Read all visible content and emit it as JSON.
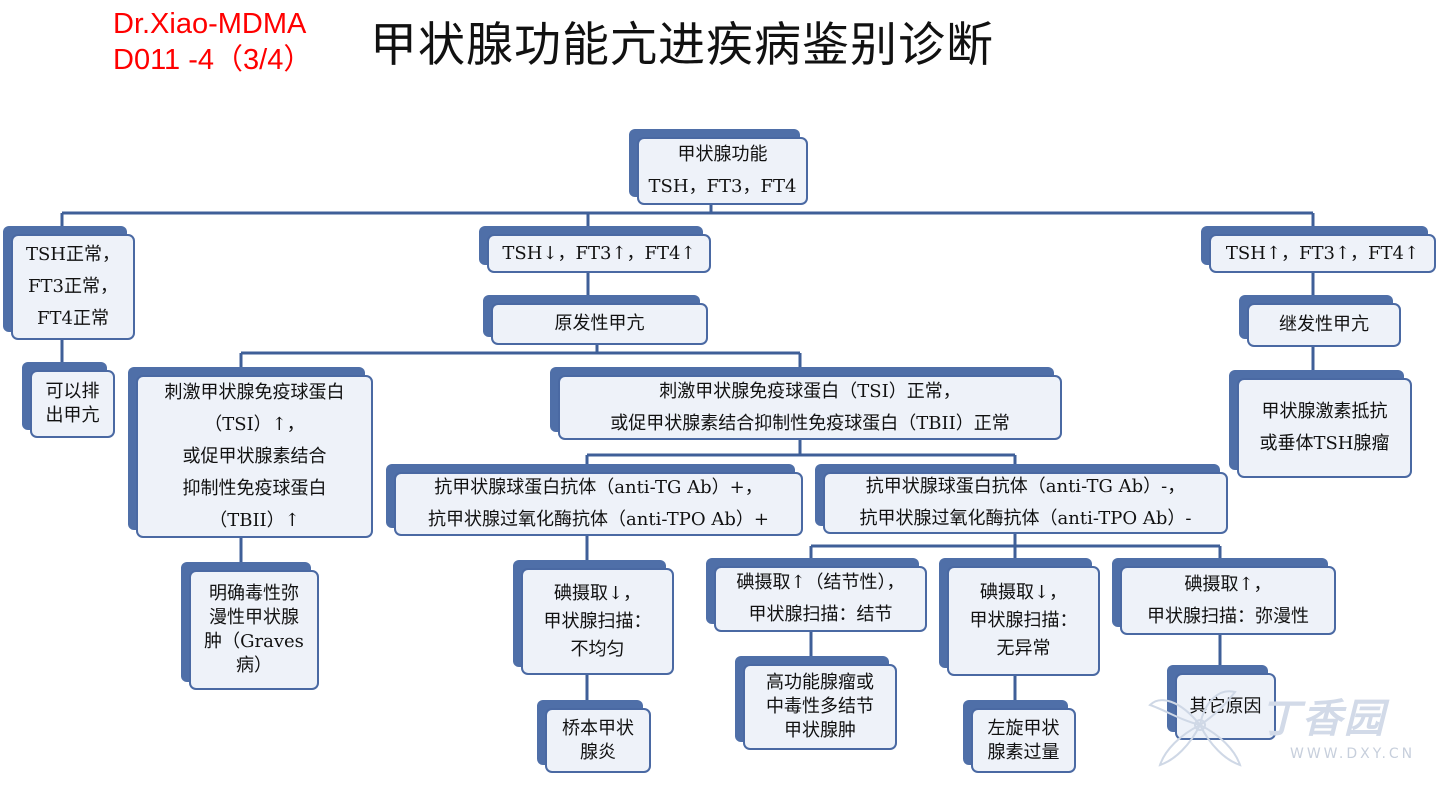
{
  "header": {
    "code": "Dr.Xiao-MDMA\nD011 -4（3/4）",
    "title": "甲状腺功能亢进疾病鉴别诊断"
  },
  "nodes": {
    "root": "甲状腺功能\nTSH，FT3，FT4",
    "normal": "TSH正常，\nFT3正常，\nFT4正常",
    "exclude": "可以排\n出甲亢",
    "low_tsh": "TSH↓，FT3↑，FT4↑",
    "high_tsh": "TSH↑，FT3↑，FT4↑",
    "primary": "原发性甲亢",
    "secondary": "继发性甲亢",
    "secondary_cause": "甲状腺激素抵抗\n或垂体TSH腺瘤",
    "tsi_pos": "刺激甲状腺免疫球蛋白\n（TSI）↑，\n或促甲状腺素结合\n抑制性免疫球蛋白\n（TBII）↑",
    "graves": "明确毒性弥\n漫性甲状腺\n肿（Graves\n病）",
    "tsi_norm": "刺激甲状腺免疫球蛋白（TSI）正常，\n或促甲状腺素结合抑制性免疫球蛋白（TBII）正常",
    "ab_pos": "抗甲状腺球蛋白抗体（anti-TG Ab）+，\n抗甲状腺过氧化酶抗体（anti-TPO Ab）+",
    "ab_neg": "抗甲状腺球蛋白抗体（anti-TG Ab）-，\n抗甲状腺过氧化酶抗体（anti-TPO Ab）-",
    "iodine_low_uneven": "碘摄取↓，\n甲状腺扫描：\n不均匀",
    "hashimoto": "桥本甲状\n腺炎",
    "iodine_nodular": "碘摄取↑（结节性），\n甲状腺扫描：结节",
    "adenoma": "高功能腺瘤或\n中毒性多结节\n甲状腺肿",
    "iodine_low_normal": "碘摄取↓，\n甲状腺扫描：\n无异常",
    "levothyroxine": "左旋甲状\n腺素过量",
    "iodine_diffuse": "碘摄取↑，\n甲状腺扫描：弥漫性",
    "other": "其它原因"
  },
  "watermark": {
    "text": "丁香园",
    "url": "WWW.DXY.CN"
  },
  "colors": {
    "header_code": "#ff0000",
    "box_shadow": "#4f6fa8",
    "box_fill": "#eef2f9",
    "connector": "#3f5f98"
  }
}
